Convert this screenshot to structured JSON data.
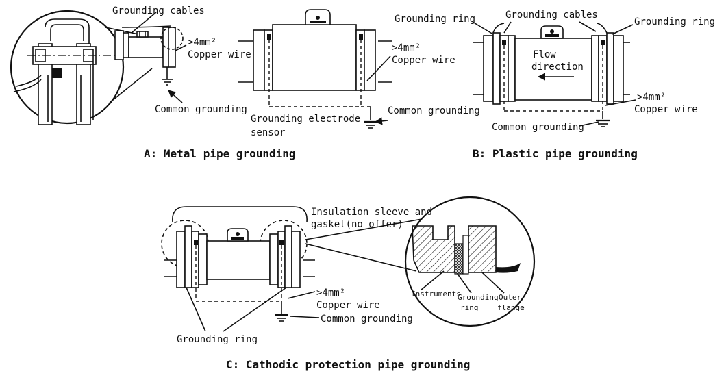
{
  "diagrams": {
    "a": {
      "caption": "A: Metal pipe grounding",
      "grounding_cables": "Grounding cables",
      "copper_size": ">4mm²",
      "copper_wire": "Copper wire",
      "common_grounding_1": "Common grounding",
      "common_grounding_2": "Common grounding",
      "electrode_1": "Grounding electrode",
      "electrode_2": "sensor"
    },
    "b": {
      "caption": "B: Plastic pipe grounding",
      "grounding_ring_left": "Grounding ring",
      "grounding_cables": "Grounding cables",
      "grounding_ring_right": "Grounding ring",
      "flow_1": "Flow",
      "flow_2": "direction",
      "copper_size": ">4mm²",
      "copper_wire": "Copper wire",
      "common_grounding": "Common grounding"
    },
    "c": {
      "caption": "C: Cathodic protection pipe grounding",
      "insulation_1": "Insulation sleeve and",
      "insulation_2": "gasket(no offer)",
      "copper_size": ">4mm²",
      "copper_wire": "Copper wire",
      "common_grounding": "Common grounding",
      "grounding_ring": "Grounding ring",
      "detail_instruments": "Instruments",
      "detail_ring_1": "Grounding",
      "detail_ring_2": "ring",
      "detail_flange_1": "Outer",
      "detail_flange_2": "flange"
    }
  }
}
